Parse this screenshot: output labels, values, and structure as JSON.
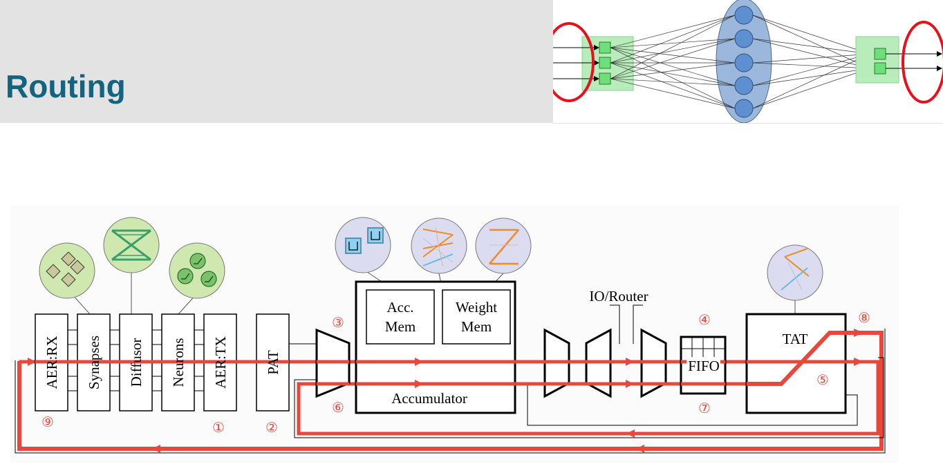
{
  "slide": {
    "title": "Routing"
  },
  "diagram": {
    "vertical_blocks": [
      "AER:RX",
      "Synapses",
      "Diffusor",
      "Neurons",
      "AER:TX",
      "PAT"
    ],
    "acc_mem": [
      "Acc.",
      "Mem"
    ],
    "weight_mem": [
      "Weight",
      "Mem"
    ],
    "accumulator": "Accumulator",
    "io_router": "IO/Router",
    "fifo": "FIFO",
    "tat": "TAT",
    "markers": {
      "m1": "①",
      "m2": "②",
      "m3": "③",
      "m4": "④",
      "m5": "⑤",
      "m6": "⑥",
      "m7": "⑦",
      "m8": "⑧",
      "m9": "⑨"
    }
  },
  "colors": {
    "title": "#13657f",
    "header_bg": "#e3e3e3",
    "route_red": "#e8473c",
    "circle_highlight": "#e8101a",
    "node_green": "#6ee07a",
    "ellipse_blue": "#9bb8dc",
    "neuron_blue": "#5e8fd0",
    "icon_green": "#cfe8b0",
    "icon_lavender": "#dcdcf0",
    "weight_orange": "#f08a2a"
  }
}
